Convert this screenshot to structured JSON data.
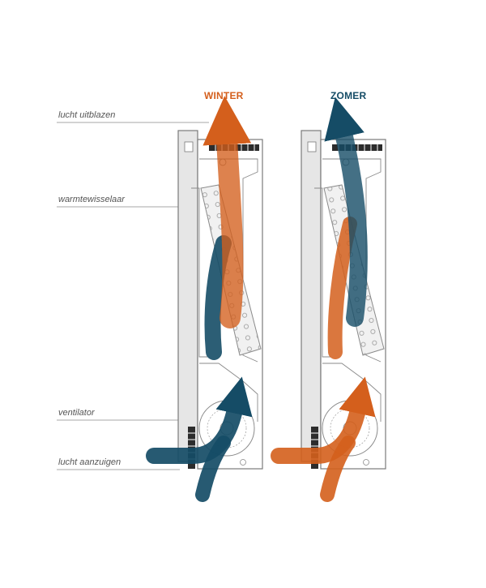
{
  "titles": {
    "winter": "WINTER",
    "summer": "ZOMER"
  },
  "labels": {
    "exhaust": "lucht uitblazen",
    "heat_exchanger": "warmtewisselaar",
    "fan": "ventilator",
    "intake": "lucht aanzuigen"
  },
  "colors": {
    "warm": "#d45f1c",
    "cool": "#154c66",
    "frame": "#7a7a7a",
    "frame_fill": "#e6e6e6",
    "text": "#555555"
  },
  "icons": {
    "winter_panel": [
      "warm-outlet-arrow",
      "cool-intake-arrow",
      "heat-exchanger",
      "fan"
    ],
    "summer_panel": [
      "cool-outlet-arrow",
      "warm-intake-arrow",
      "heat-exchanger",
      "fan"
    ]
  }
}
